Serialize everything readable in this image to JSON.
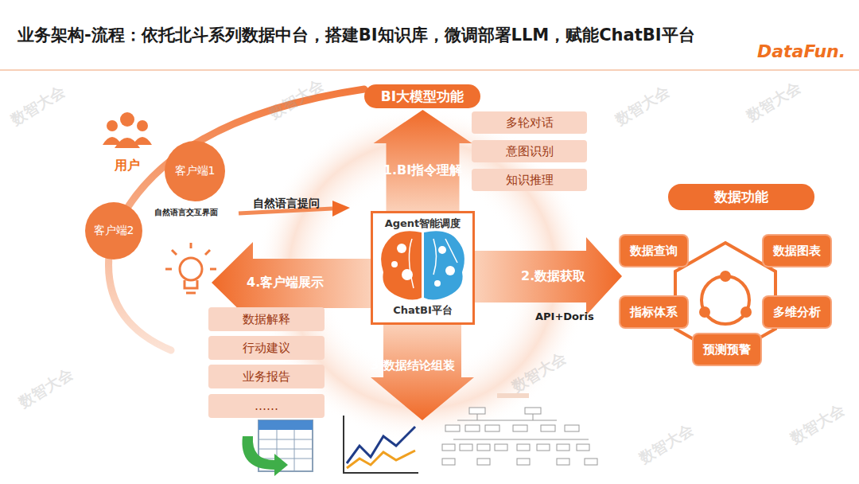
{
  "diagram": {
    "title": "业务架构-流程：依托北斗系列数据中台，搭建BI知识库，微调部署LLM，赋能ChatBI平台",
    "nodes": [
      {
        "text": [
          "BI大模型功能"
        ]
      },
      {
        "text": [
          "多轮对话"
        ]
      },
      {
        "text": [
          "意图识别"
        ]
      },
      {
        "text": [
          "知识推理"
        ]
      },
      {
        "text": [
          "Agent智能调度",
          "ChatBI平台"
        ]
      },
      {
        "text": [
          "客户端1"
        ]
      },
      {
        "text": [
          "客户端2"
        ]
      },
      {
        "text": [
          "数据功能"
        ]
      },
      {
        "text": [
          "数据查询"
        ]
      },
      {
        "text": [
          "数据图表"
        ]
      },
      {
        "text": [
          "指标体系"
        ]
      },
      {
        "text": [
          "多维分析"
        ]
      },
      {
        "text": [
          "预测预警"
        ]
      },
      {
        "text": [
          "数据解释"
        ]
      },
      {
        "text": [
          "行动建议"
        ]
      },
      {
        "text": [
          "业务报告"
        ]
      },
      {
        "text": [
          "……"
        ]
      }
    ],
    "edges": [
      {
        "from": 4,
        "to": 0,
        "label": "1.BI指令理解",
        "arrow": "to"
      }
    ],
    "labels": [
      "DataFun.",
      "用户",
      "自然语言交互界面",
      "自然语言提问",
      "2.数据获取",
      "API+Doris",
      "4.客户端展示",
      "3.数据结论组装",
      "数智大会",
      "数智大会",
      "数智大会",
      "数智大会",
      "数智大会",
      "数智大会",
      "数智大会",
      "数智大会"
    ]
  }
}
